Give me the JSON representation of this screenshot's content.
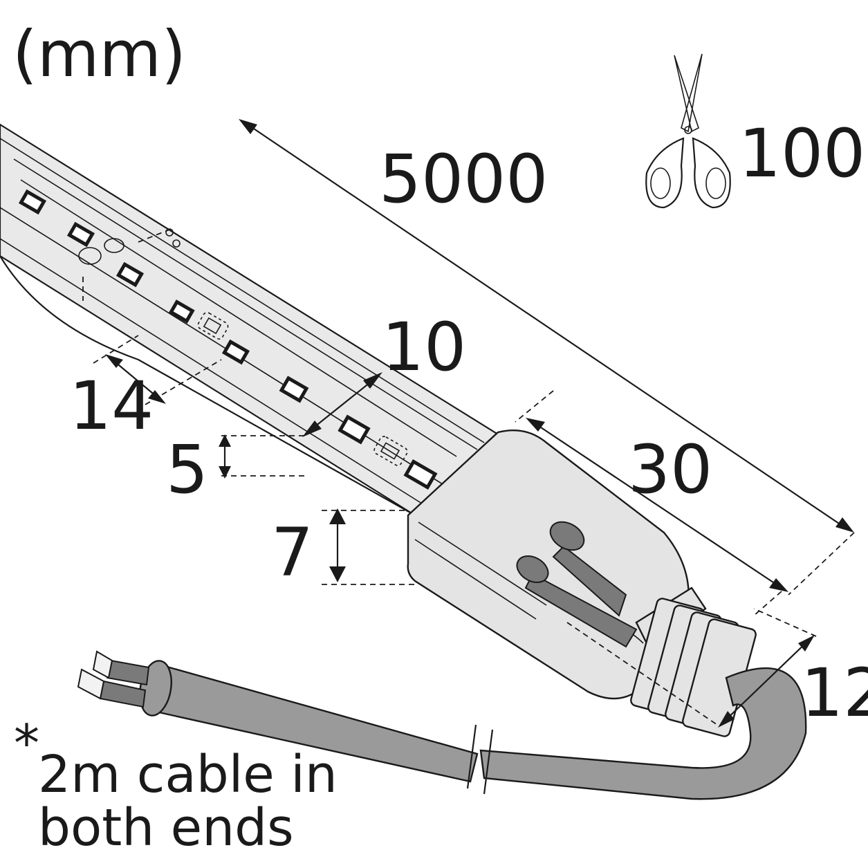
{
  "unit_label": "(mm)",
  "dimensions": {
    "length": "5000",
    "cut_interval": "100",
    "led_pitch": "10",
    "width": "14",
    "strip_thickness": "5",
    "cap_height": "7",
    "cap_length": "30",
    "cable_diameter": "12"
  },
  "footnote": {
    "marker": "*",
    "line1": "2m cable in",
    "line2": "both ends"
  },
  "colors": {
    "ink": "#1a1a1a",
    "cable": "#9a9a9a",
    "strip_fill": "#e9e9e9"
  },
  "icons": [
    "scissors-icon"
  ]
}
